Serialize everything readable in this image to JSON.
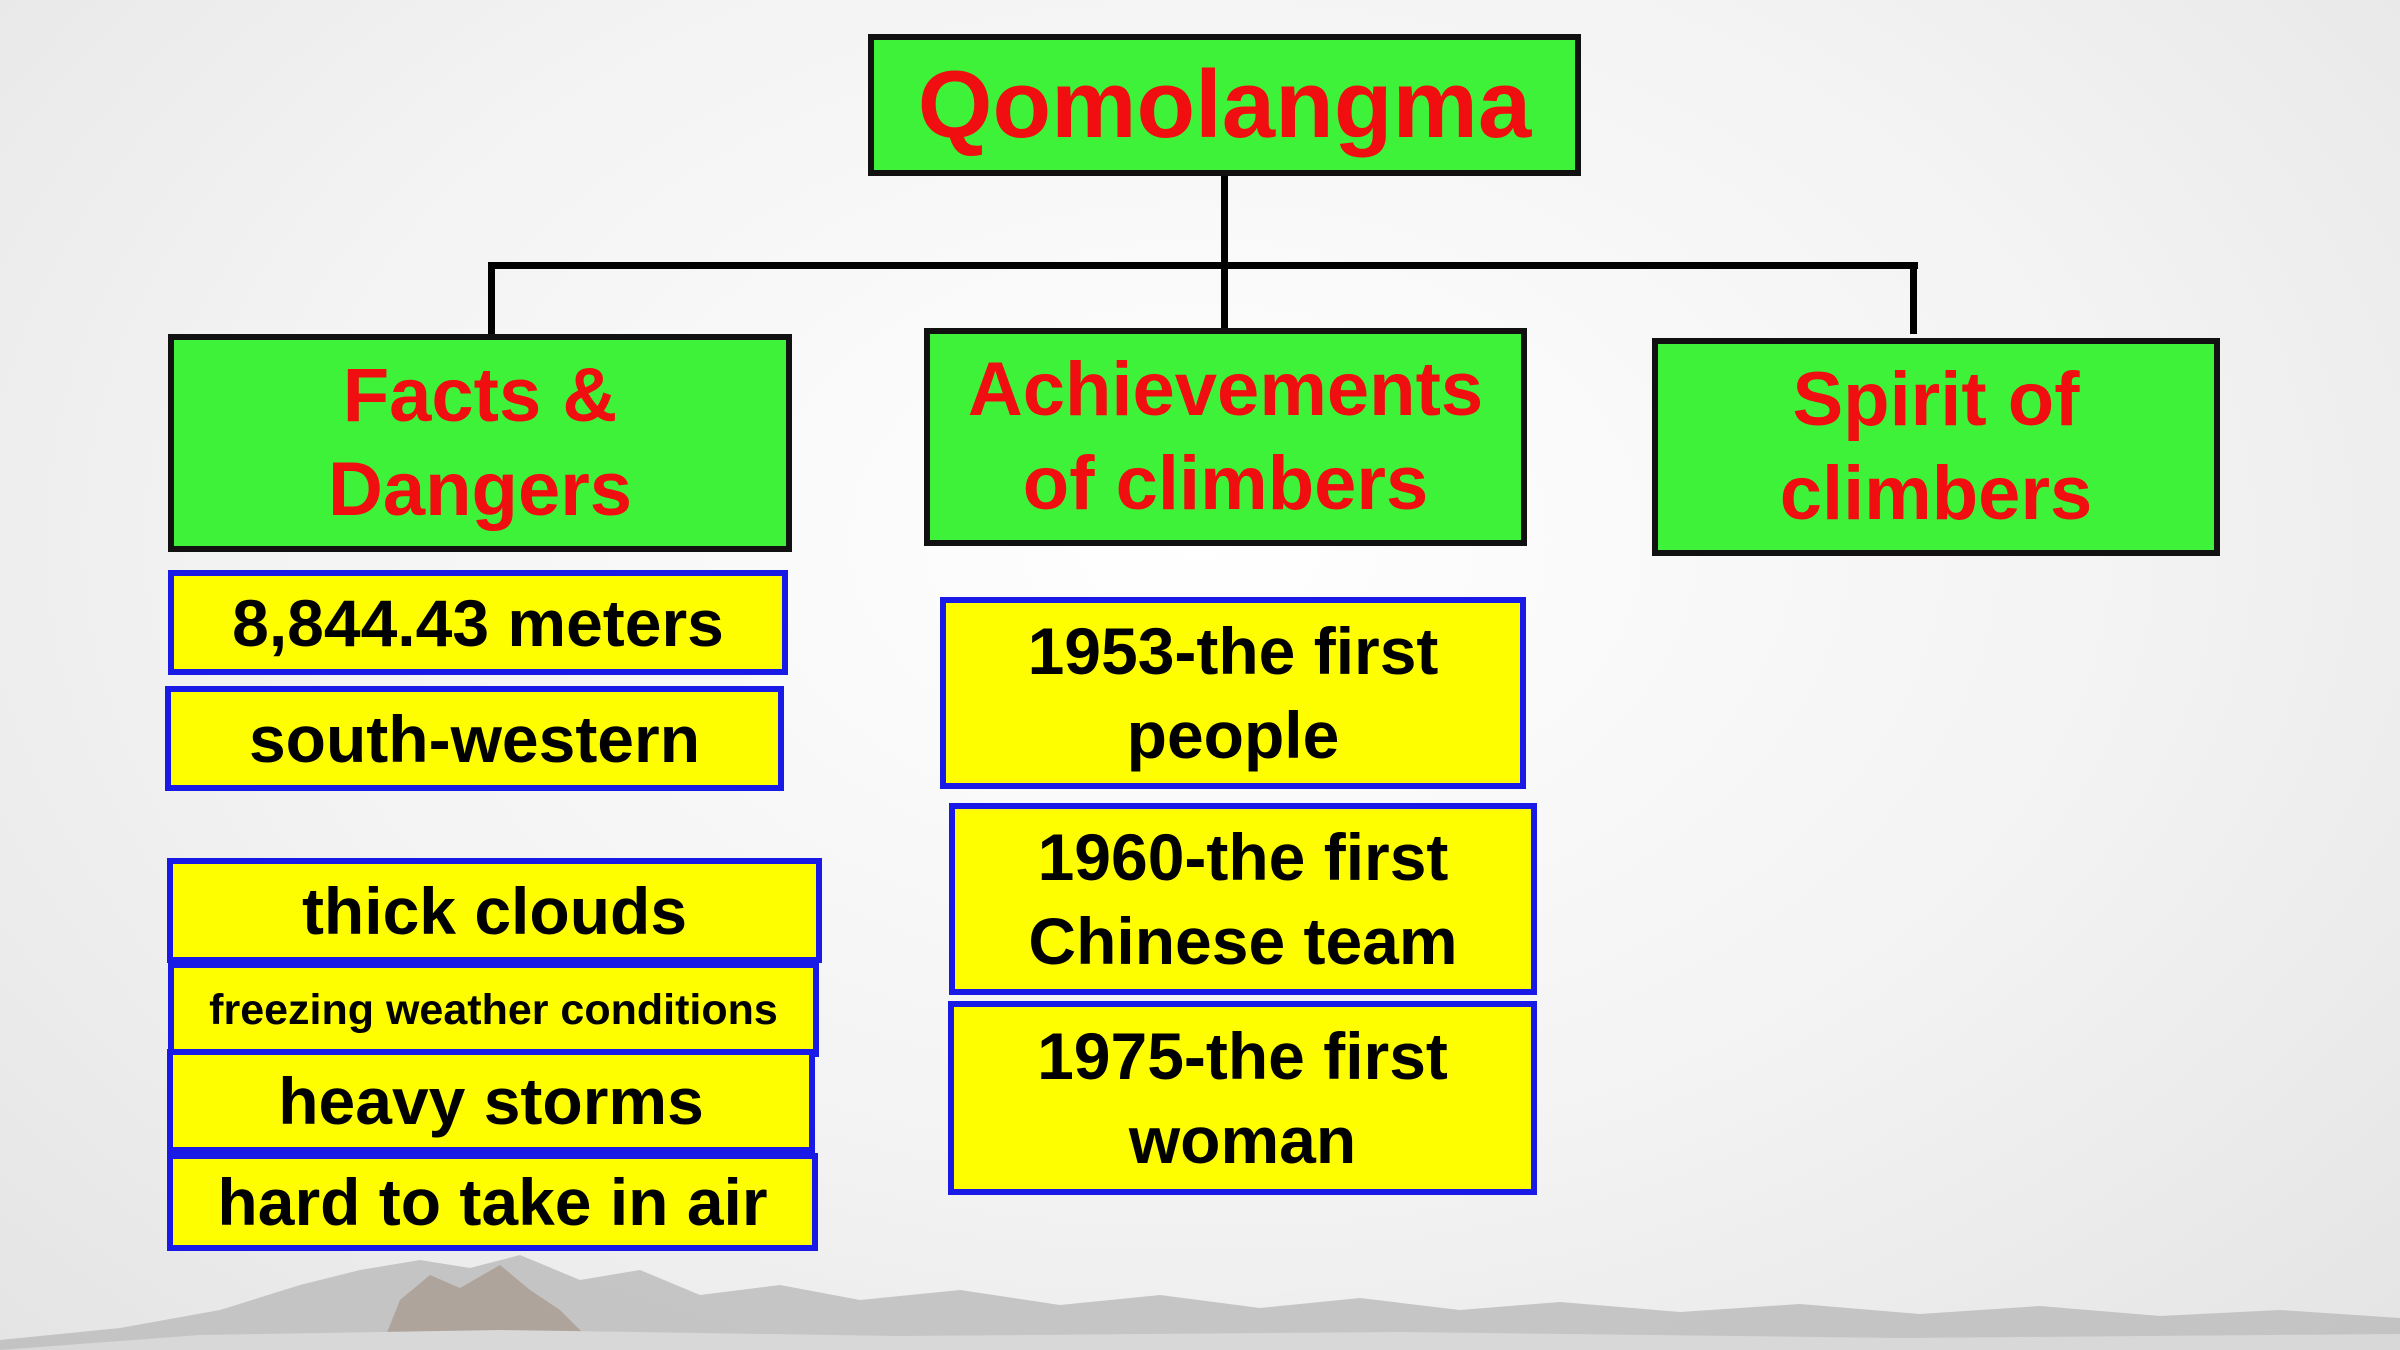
{
  "root": "Qomolangma",
  "branches": {
    "facts": {
      "label": "Facts &\nDangers",
      "facts": [
        "8,844.43 meters",
        "south-western"
      ],
      "dangers": [
        "thick clouds",
        "freezing weather conditions",
        "heavy storms",
        "hard to take in air"
      ]
    },
    "achievements": {
      "label": "Achievements\nof climbers",
      "items": [
        "1953-the first\npeople",
        "1960-the first\nChinese team",
        "1975-the first\nwoman"
      ]
    },
    "spirit": {
      "label": "Spirit of\nclimbers"
    }
  },
  "colors": {
    "header_fill": "#3ef23a",
    "header_text": "#f00e10",
    "item_fill": "#fefe00",
    "item_border": "#1a1ae6",
    "connector": "#000000"
  }
}
